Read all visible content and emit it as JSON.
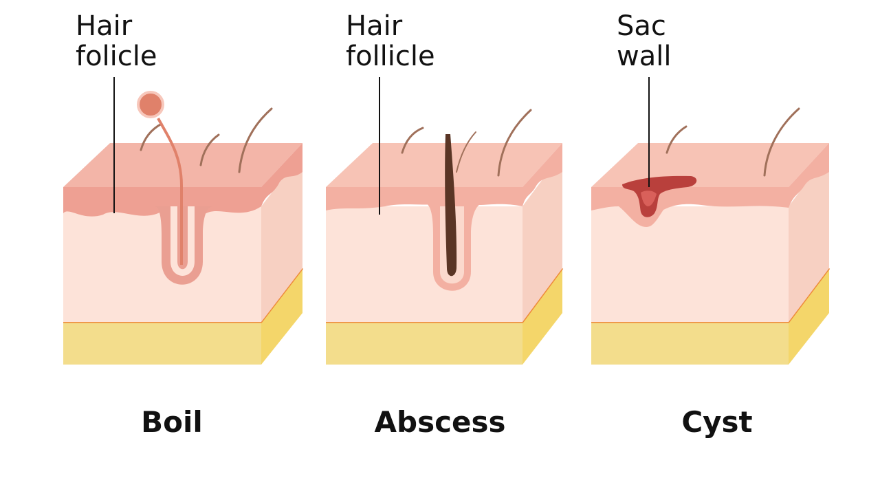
{
  "panels": [
    {
      "callout": [
        "Hair",
        "folicle"
      ],
      "caption": "Boil"
    },
    {
      "callout": [
        "Hair",
        "follicle"
      ],
      "caption": "Abscess"
    },
    {
      "callout": [
        "Sac",
        "wall"
      ],
      "caption": "Cyst"
    }
  ],
  "colors": {
    "epidermis_top": "#f3b5a8",
    "epidermis_band": "#eea093",
    "dermis": "#fde3d9",
    "dermis_side": "#f7d0c2",
    "fat": "#f3dd8c",
    "fat_side": "#f4d66a",
    "fat_line": "#ee8a3a",
    "hair": "#a0705a",
    "boil_head": "#e0816a",
    "follicle_wall": "#ea9f92",
    "cyst_sac": "#b9403c",
    "label_text": "#111111"
  }
}
